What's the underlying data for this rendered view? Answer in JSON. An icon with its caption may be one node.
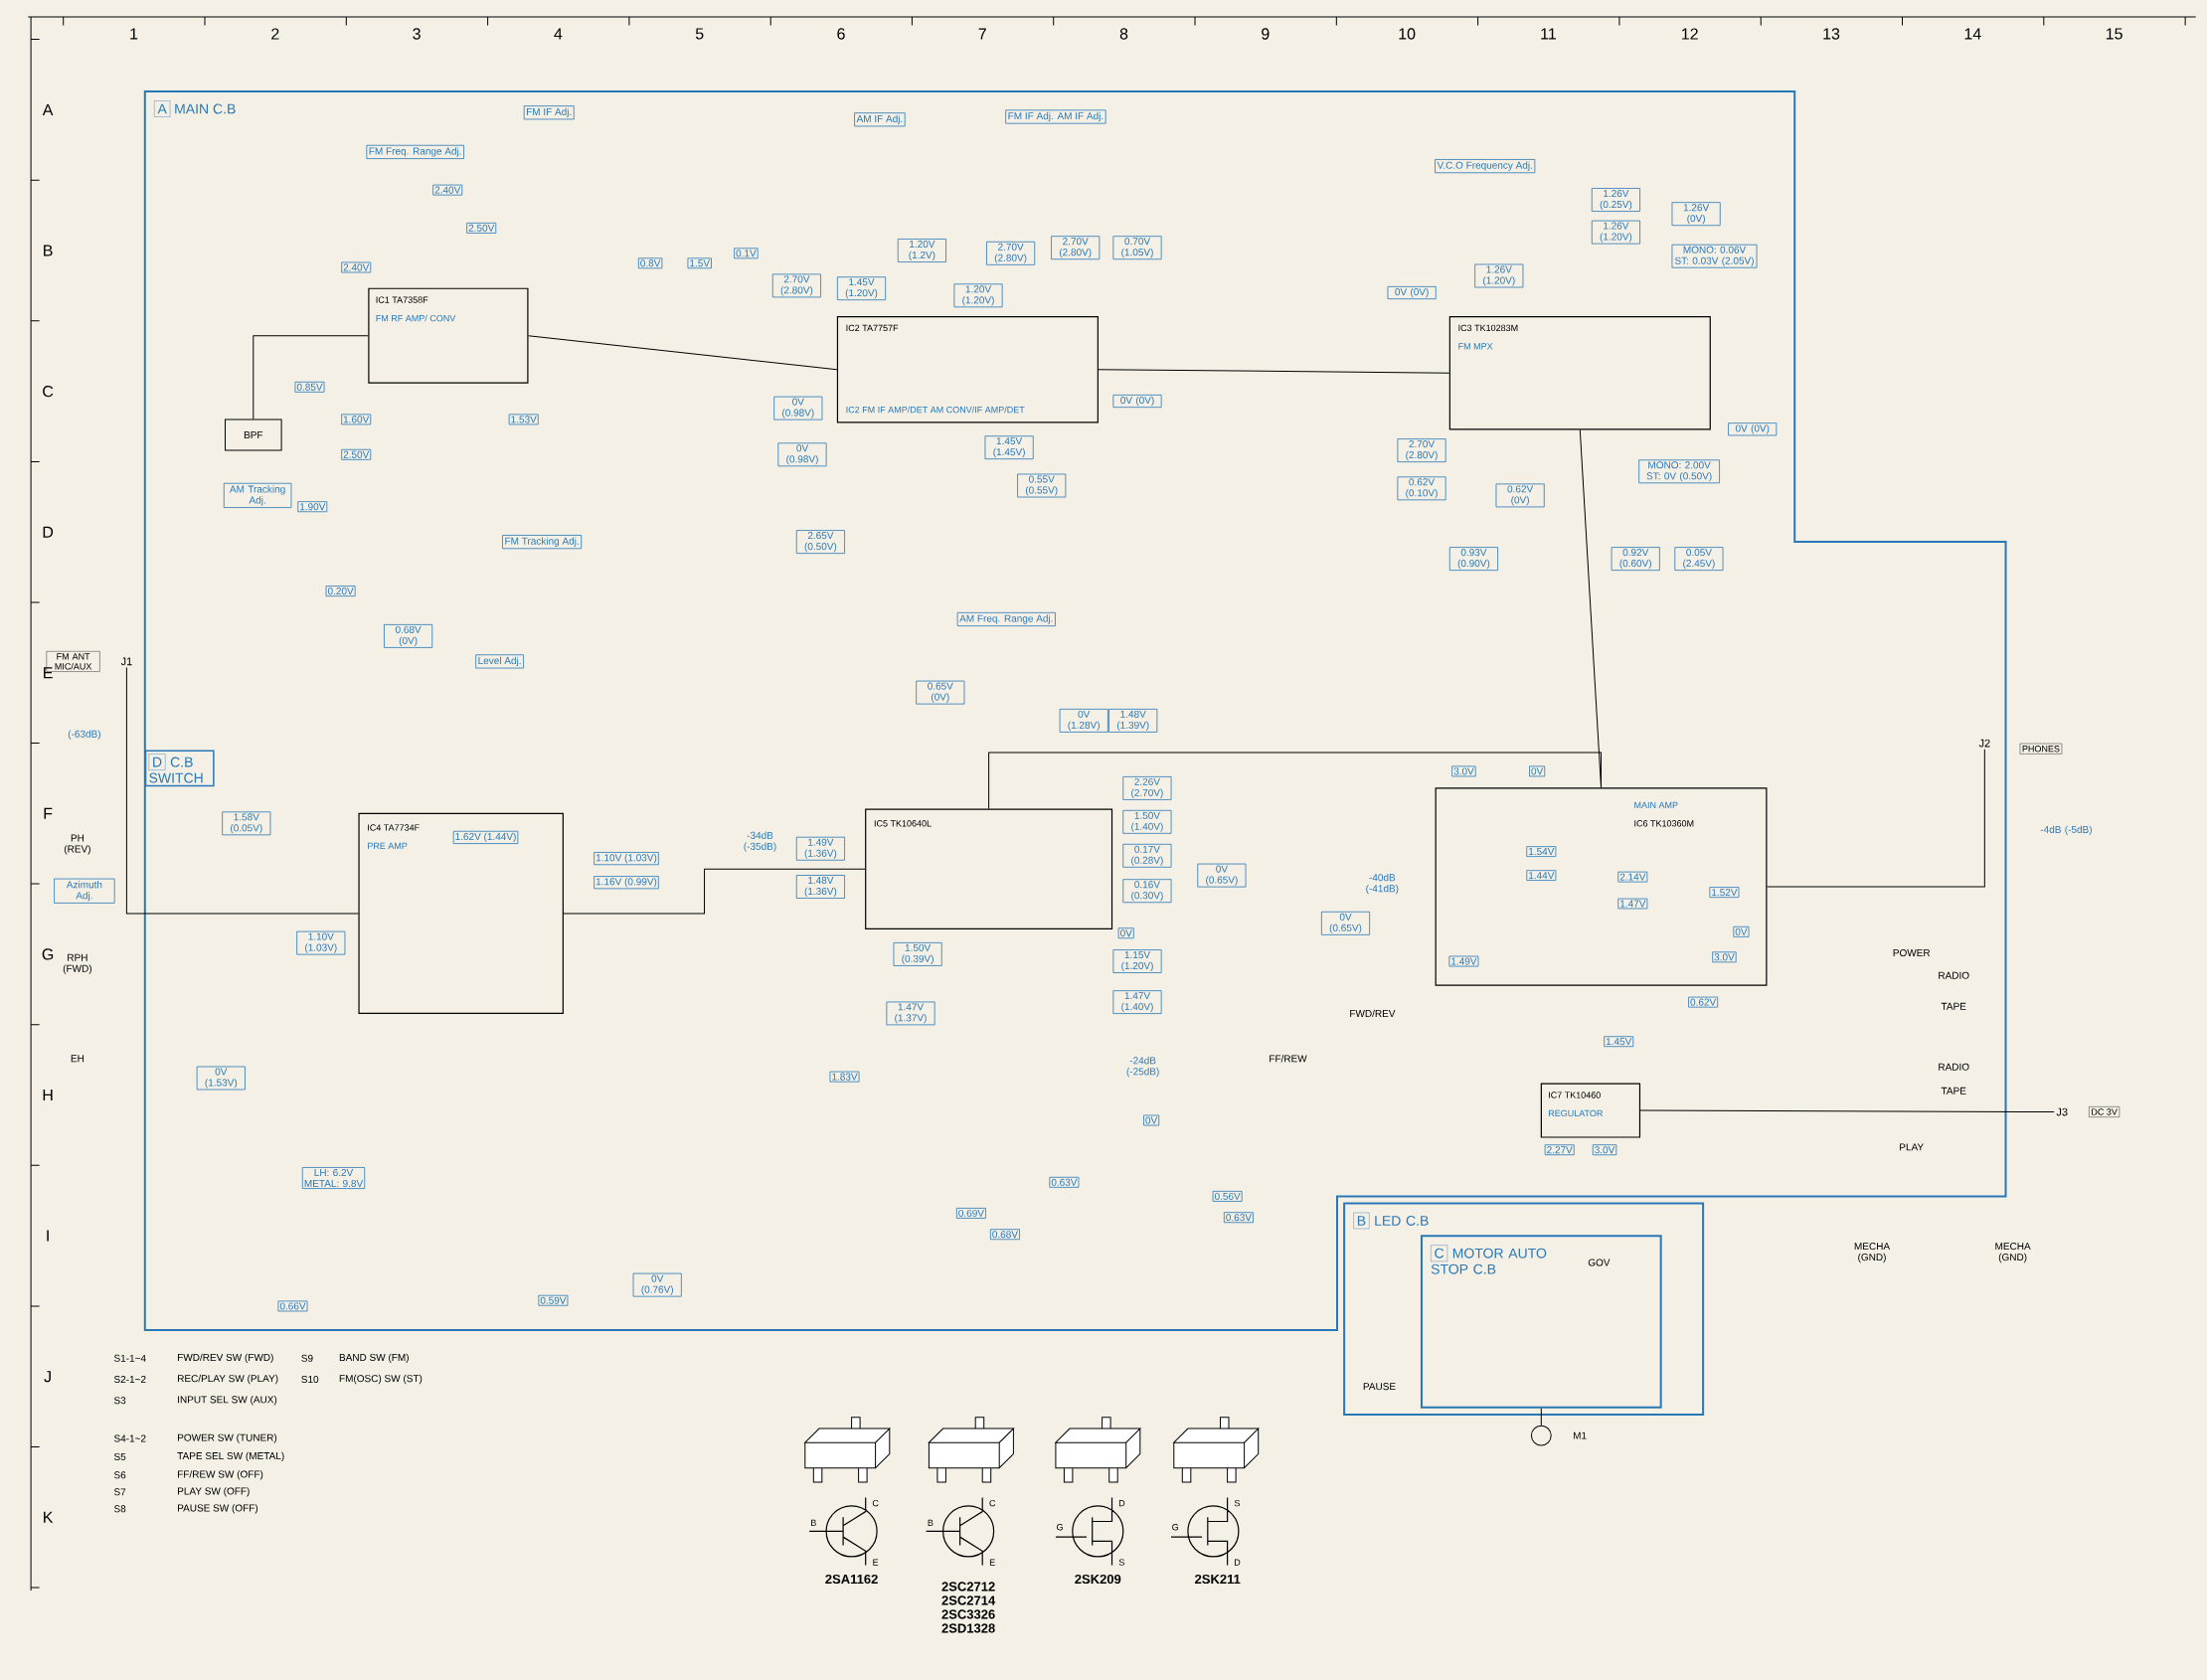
{
  "diagram": {
    "nodes": [
      {
        "text": [
          "A",
          "MAIN C.B"
        ]
      },
      {
        "text": [
          "D",
          "C.B SWITCH"
        ],
        "in": 0
      },
      {
        "text": [
          "B",
          "LED C.B"
        ]
      },
      {
        "text": [
          "C",
          "MOTOR AUTO STOP C.B"
        ],
        "in": 2
      },
      {
        "text": [
          "IC1 TA7358F",
          "FM RF AMP/ CONV"
        ],
        "in": 0
      },
      {
        "text": [
          "IC2 TA7757F",
          "IC2 FM IF AMP/DET AM CONV/IF AMP/DET"
        ],
        "in": 0
      },
      {
        "text": [
          "IC3 TK10283M",
          "FM MPX"
        ],
        "in": 0
      },
      {
        "text": [
          "IC4 TA7734F",
          "PRE AMP"
        ],
        "in": 0
      },
      {
        "text": [
          "IC5 TK10640L"
        ],
        "in": 0
      },
      {
        "text": [
          "MAIN AMP",
          "IC6 TK10360M"
        ],
        "in": 0
      },
      {
        "text": [
          "IC7 TK10460",
          "REGULATOR"
        ],
        "in": 0
      },
      {
        "text": [
          "J1"
        ],
        "beside": [
          "FM ANT MIC/AUX"
        ]
      },
      {
        "text": [
          "J2"
        ],
        "beside": [
          "PHONES"
        ],
        "in": 0
      },
      {
        "text": [
          "J3"
        ],
        "beside": [
          "DC 3V"
        ]
      },
      {
        "text": [],
        "shape": "circle",
        "beside": [
          "M1"
        ]
      },
      {
        "text": [
          "BPF"
        ],
        "in": 0
      }
    ],
    "edges": [
      {
        "from": 11,
        "to": 7,
        "arrow": "none"
      },
      {
        "from": 7,
        "to": 8,
        "arrow": "none"
      },
      {
        "from": 8,
        "to": 9,
        "arrow": "none"
      },
      {
        "from": 9,
        "to": 12,
        "arrow": "none"
      },
      {
        "from": 4,
        "to": 5,
        "arrow": "none"
      },
      {
        "from": 5,
        "to": 6,
        "arrow": "none"
      },
      {
        "from": 6,
        "to": 9,
        "arrow": "none"
      },
      {
        "from": 13,
        "to": 10,
        "arrow": "none"
      },
      {
        "from": 3,
        "to": 14,
        "arrow": "none"
      },
      {
        "from": 15,
        "to": 4,
        "arrow": "none"
      }
    ],
    "labels": [
      "1",
      "2",
      "3",
      "4",
      "5",
      "6",
      "7",
      "8",
      "9",
      "10",
      "11",
      "12",
      "13",
      "14",
      "15",
      "A",
      "B",
      "C",
      "D",
      "E",
      "F",
      "G",
      "H",
      "I",
      "J",
      "K",
      "FM IF Adj.",
      "FM Freq. Range Adj.",
      "AM IF Adj.",
      "FM IF Adj. AM IF Adj.",
      "V.C.O Frequency Adj.",
      "AM Tracking Adj.",
      "FM Tracking Adj.",
      "AM Freq. Range Adj.",
      "Level Adj.",
      "Azimuth Adj.",
      "2.40V",
      "2.50V",
      "2.40V",
      "0.85V",
      "1.60V",
      "2.50V",
      "1.53V",
      "1.90V",
      "0.20V",
      "0.8V",
      "1.5V",
      "0.1V",
      "2.70V (2.80V)",
      "1.45V (1.20V)",
      "1.20V (1.2V)",
      "1.20V (1.20V)",
      "2.70V (2.80V)",
      "2.70V (2.80V)",
      "0.70V (1.05V)",
      "0V (0.98V)",
      "0V (0.98V)",
      "1.45V (1.45V)",
      "0.55V (0.55V)",
      "0V (0V)",
      "2.65V (0.50V)",
      "1.26V (0.25V)",
      "1.26V (1.20V)",
      "1.26V (0V)",
      "MONO: 0.06V ST: 0.03V (2.05V)",
      "0V (0V)",
      "1.26V (1.20V)",
      "2.70V (2.80V)",
      "0.62V (0.10V)",
      "0.62V (0V)",
      "MONO: 2.00V ST: 0V (0.50V)",
      "0V (0V)",
      "0.93V (0.90V)",
      "0.92V (0.60V)",
      "0.05V (2.45V)",
      "0.68V (0V)",
      "0.65V (0V)",
      "1.58V (0.05V)",
      "1.62V (1.44V)",
      "1.10V (1.03V)",
      "1.16V (0.99V)",
      "1.10V (1.03V)",
      "0V (1.53V)",
      "LH: 6.2V METAL: 9.8V",
      "0.66V",
      "0.59V",
      "0V (0.76V)",
      "1.83V",
      "0.69V",
      "0.68V",
      "0.63V",
      "0V",
      "0.56V",
      "0.63V",
      "0V (1.28V)",
      "1.48V (1.39V)",
      "2.26V (2.70V)",
      "1.50V (1.40V)",
      "0.17V (0.28V)",
      "0.16V (0.30V)",
      "0V",
      "1.15V (1.20V)",
      "1.47V (1.40V)",
      "1.49V (1.36V)",
      "1.48V (1.36V)",
      "1.50V (0.39V)",
      "1.47V (1.37V)",
      "0V (0.65V)",
      "0V (0.65V)",
      "3.0V",
      "0V",
      "1.54V",
      "1.44V",
      "2.14V",
      "1.47V",
      "1.52V",
      "0V",
      "3.0V",
      "1.49V",
      "0.62V",
      "1.45V",
      "2.27V",
      "3.0V",
      "(-63dB)",
      "-34dB (-35dB)",
      "-40dB (-41dB)",
      "-24dB (-25dB)",
      "-4dB (-5dB)",
      "EH",
      "PH (REV)",
      "RPH (FWD)",
      "POWER",
      "RADIO",
      "TAPE",
      "RADIO",
      "TAPE",
      "PLAY",
      "PAUSE",
      "GOV",
      "MECHA (GND)",
      "FF/REW",
      "FWD/REV",
      "S1-1~4",
      "FWD/REV SW (FWD)",
      "S9",
      "BAND SW (FM)",
      "S2-1~2",
      "REC/PLAY SW (PLAY)",
      "S10",
      "FM(OSC) SW (ST)",
      "S3",
      "INPUT SEL SW (AUX)",
      "S4-1~2",
      "POWER SW (TUNER)",
      "S5",
      "TAPE SEL SW (METAL)",
      "S6",
      "FF/REW SW (OFF)",
      "S7",
      "PLAY SW (OFF)",
      "S8",
      "PAUSE SW (OFF)",
      "2SA1162",
      "2SC2712 2SC2714 2SC3326 2SD1328",
      "2SK209",
      "2SK211",
      "C",
      "B",
      "E",
      "C",
      "B",
      "E",
      "D",
      "G",
      "S",
      "S",
      "G",
      "D",
      "MECHA (GND)"
    ]
  }
}
